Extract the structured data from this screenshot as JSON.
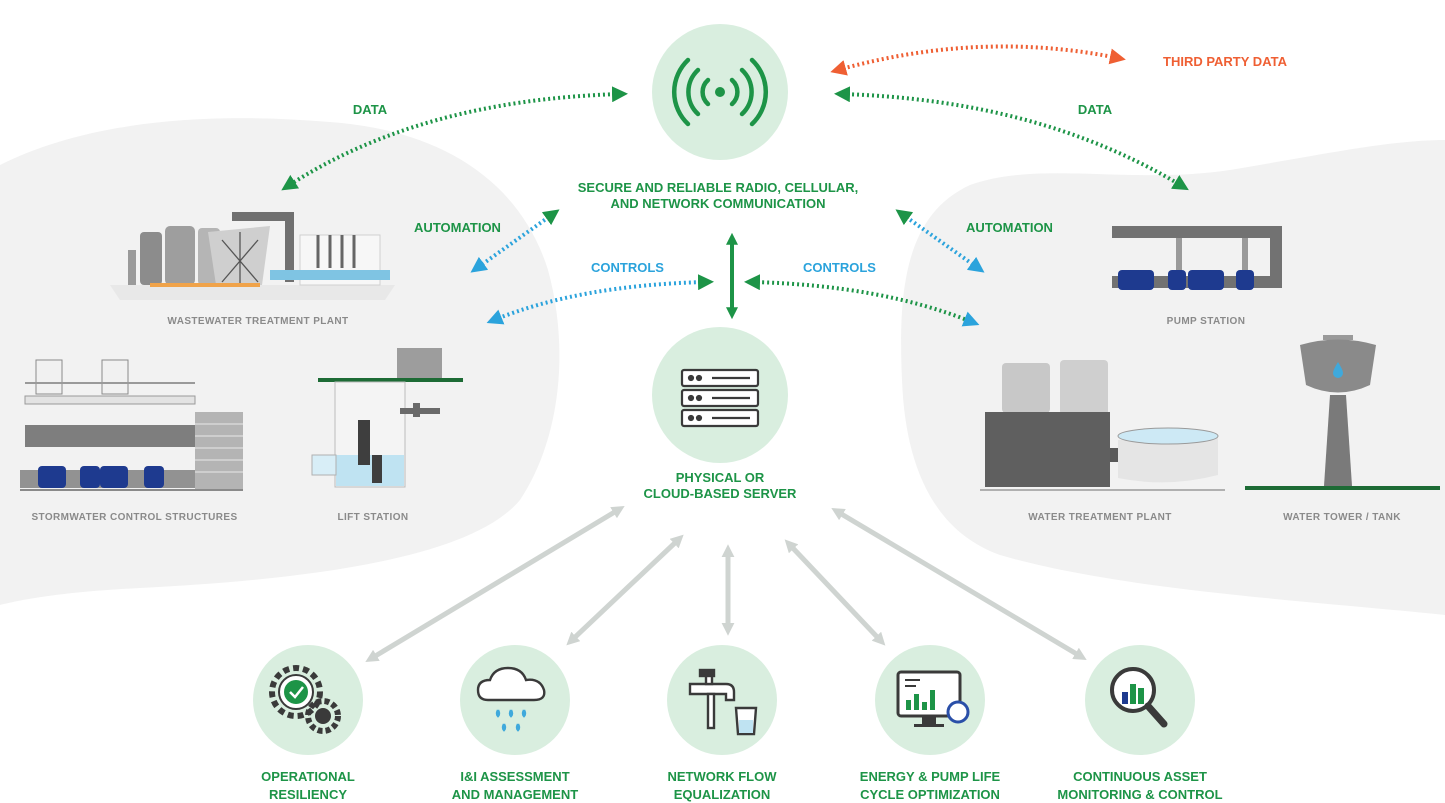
{
  "center": {
    "comm_line1": "SECURE AND RELIABLE RADIO, CELLULAR,",
    "comm_line2": "AND NETWORK COMMUNICATION",
    "server_line1": "PHYSICAL OR",
    "server_line2": "CLOUD-BASED SERVER"
  },
  "arrows": {
    "data_left": "DATA",
    "data_right": "DATA",
    "third_party": "THIRD PARTY DATA",
    "automation_left": "AUTOMATION",
    "automation_right": "AUTOMATION",
    "controls_left": "CONTROLS",
    "controls_right": "CONTROLS"
  },
  "facilities": {
    "wastewater": "WASTEWATER TREATMENT PLANT",
    "stormwater": "STORMWATER CONTROL STRUCTURES",
    "lift": "LIFT STATION",
    "pump": "PUMP STATION",
    "water_treatment": "WATER TREATMENT PLANT",
    "water_tower": "WATER TOWER / TANK"
  },
  "features": [
    {
      "line1": "OPERATIONAL",
      "line2": "RESILIENCY",
      "icon": "gear-check-icon"
    },
    {
      "line1": "I&I ASSESSMENT",
      "line2": "AND MANAGEMENT",
      "icon": "rain-cloud-icon"
    },
    {
      "line1": "NETWORK FLOW",
      "line2": "EQUALIZATION",
      "icon": "faucet-icon"
    },
    {
      "line1": "ENERGY & PUMP LIFE",
      "line2": "CYCLE OPTIMIZATION",
      "icon": "monitor-chart-icon"
    },
    {
      "line1": "CONTINUOUS ASSET",
      "line2": "MONITORING & CONTROL",
      "icon": "magnifier-chart-icon"
    }
  ],
  "colors": {
    "green": "#1d9447",
    "blue": "#2ba3dc",
    "orange": "#ef5f33",
    "circle": "#d9eedf",
    "background_blob": "#f2f2f2",
    "gray_arrow": "#cfd4d1"
  }
}
